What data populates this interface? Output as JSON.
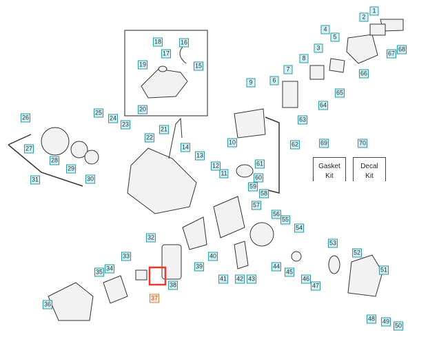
{
  "diagram": {
    "labels": [
      "1",
      "2",
      "3",
      "4",
      "5",
      "6",
      "7",
      "8",
      "9",
      "10",
      "11",
      "12",
      "13",
      "14",
      "15",
      "16",
      "17",
      "18",
      "19",
      "20",
      "21",
      "22",
      "23",
      "24",
      "25",
      "26",
      "27",
      "28",
      "29",
      "30",
      "31",
      "32",
      "33",
      "34",
      "35",
      "36",
      "37",
      "38",
      "39",
      "40",
      "41",
      "42",
      "43",
      "44",
      "45",
      "46",
      "47",
      "48",
      "49",
      "50",
      "51",
      "52",
      "53",
      "54",
      "55",
      "56",
      "57",
      "58",
      "59",
      "60",
      "61",
      "62",
      "63",
      "64",
      "65",
      "66",
      "67",
      "68",
      "69",
      "70"
    ],
    "highlighted_part": "37",
    "kits": [
      {
        "number": "69",
        "line1": "Gasket",
        "line2": "Kit"
      },
      {
        "number": "70",
        "line1": "Decal",
        "line2": "Kit"
      }
    ],
    "colors": {
      "label_border": "#2a9aa6",
      "label_fill": "#d6eff0",
      "highlight": "#e8392f"
    }
  }
}
